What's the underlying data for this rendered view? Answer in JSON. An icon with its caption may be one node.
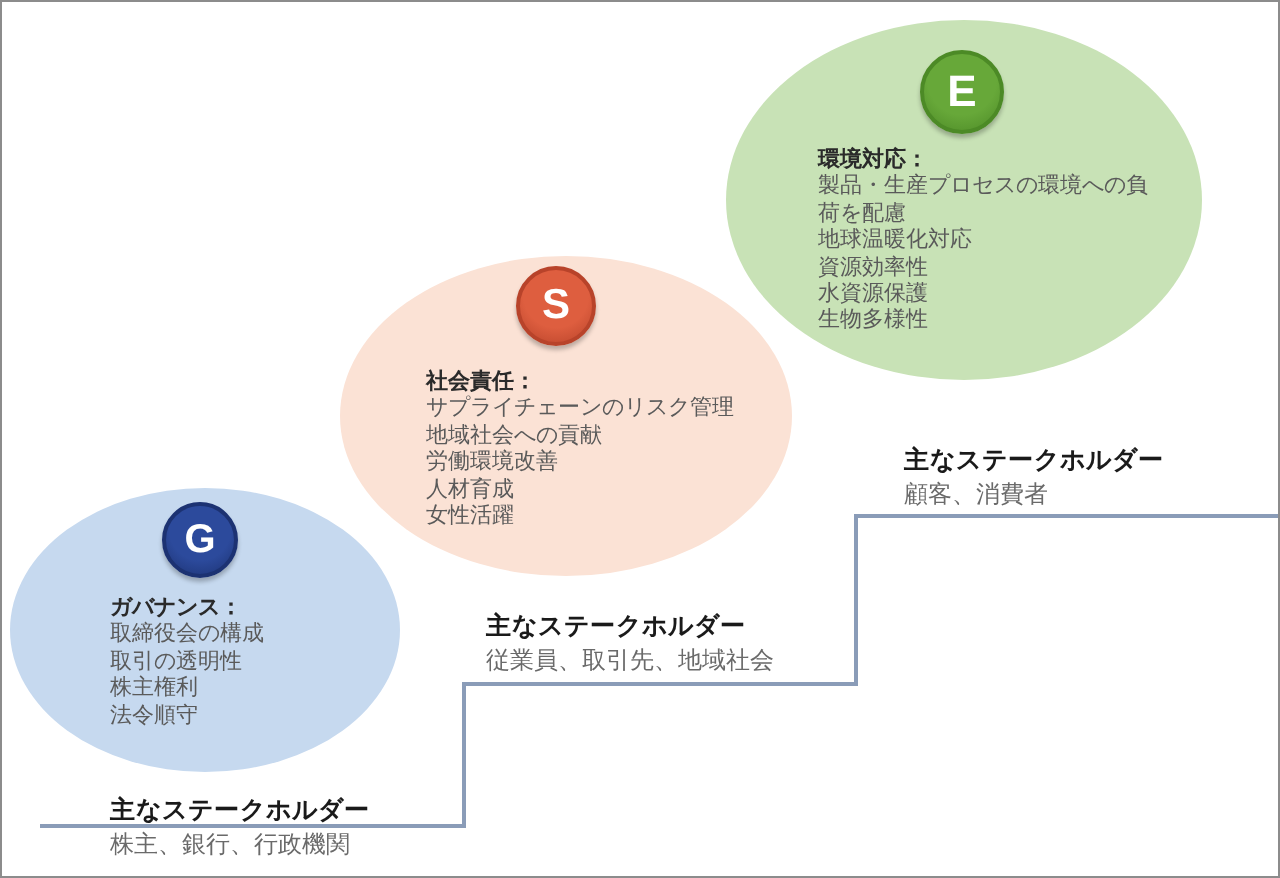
{
  "diagram": {
    "nodes": [
      {
        "text": [
          "ガバナンス：",
          "取締役会の構成",
          "取引の透明性",
          "株主権利",
          "法令順守"
        ]
      },
      {
        "text": [
          "G"
        ],
        "in": 0
      },
      {
        "text": [
          "社会責任：",
          "サプライチェーンのリスク管理",
          "地域社会への貢献",
          "労働環境改善",
          "人材育成",
          "女性活躍"
        ]
      },
      {
        "text": [
          "S"
        ],
        "in": 2
      },
      {
        "text": [
          "環境対応：",
          "製品・生産プロセスの環境への負荷を配慮",
          "地球温暖化対応",
          "資源効率性",
          "水資源保護",
          "生物多様性"
        ]
      },
      {
        "text": [
          "E"
        ],
        "in": 4
      }
    ],
    "labels": [
      "主なステークホルダー",
      "株主、銀行、行政機関",
      "主なステークホルダー",
      "従業員、取引先、地域社会",
      "主なステークホルダー",
      "顧客、消費者"
    ]
  }
}
